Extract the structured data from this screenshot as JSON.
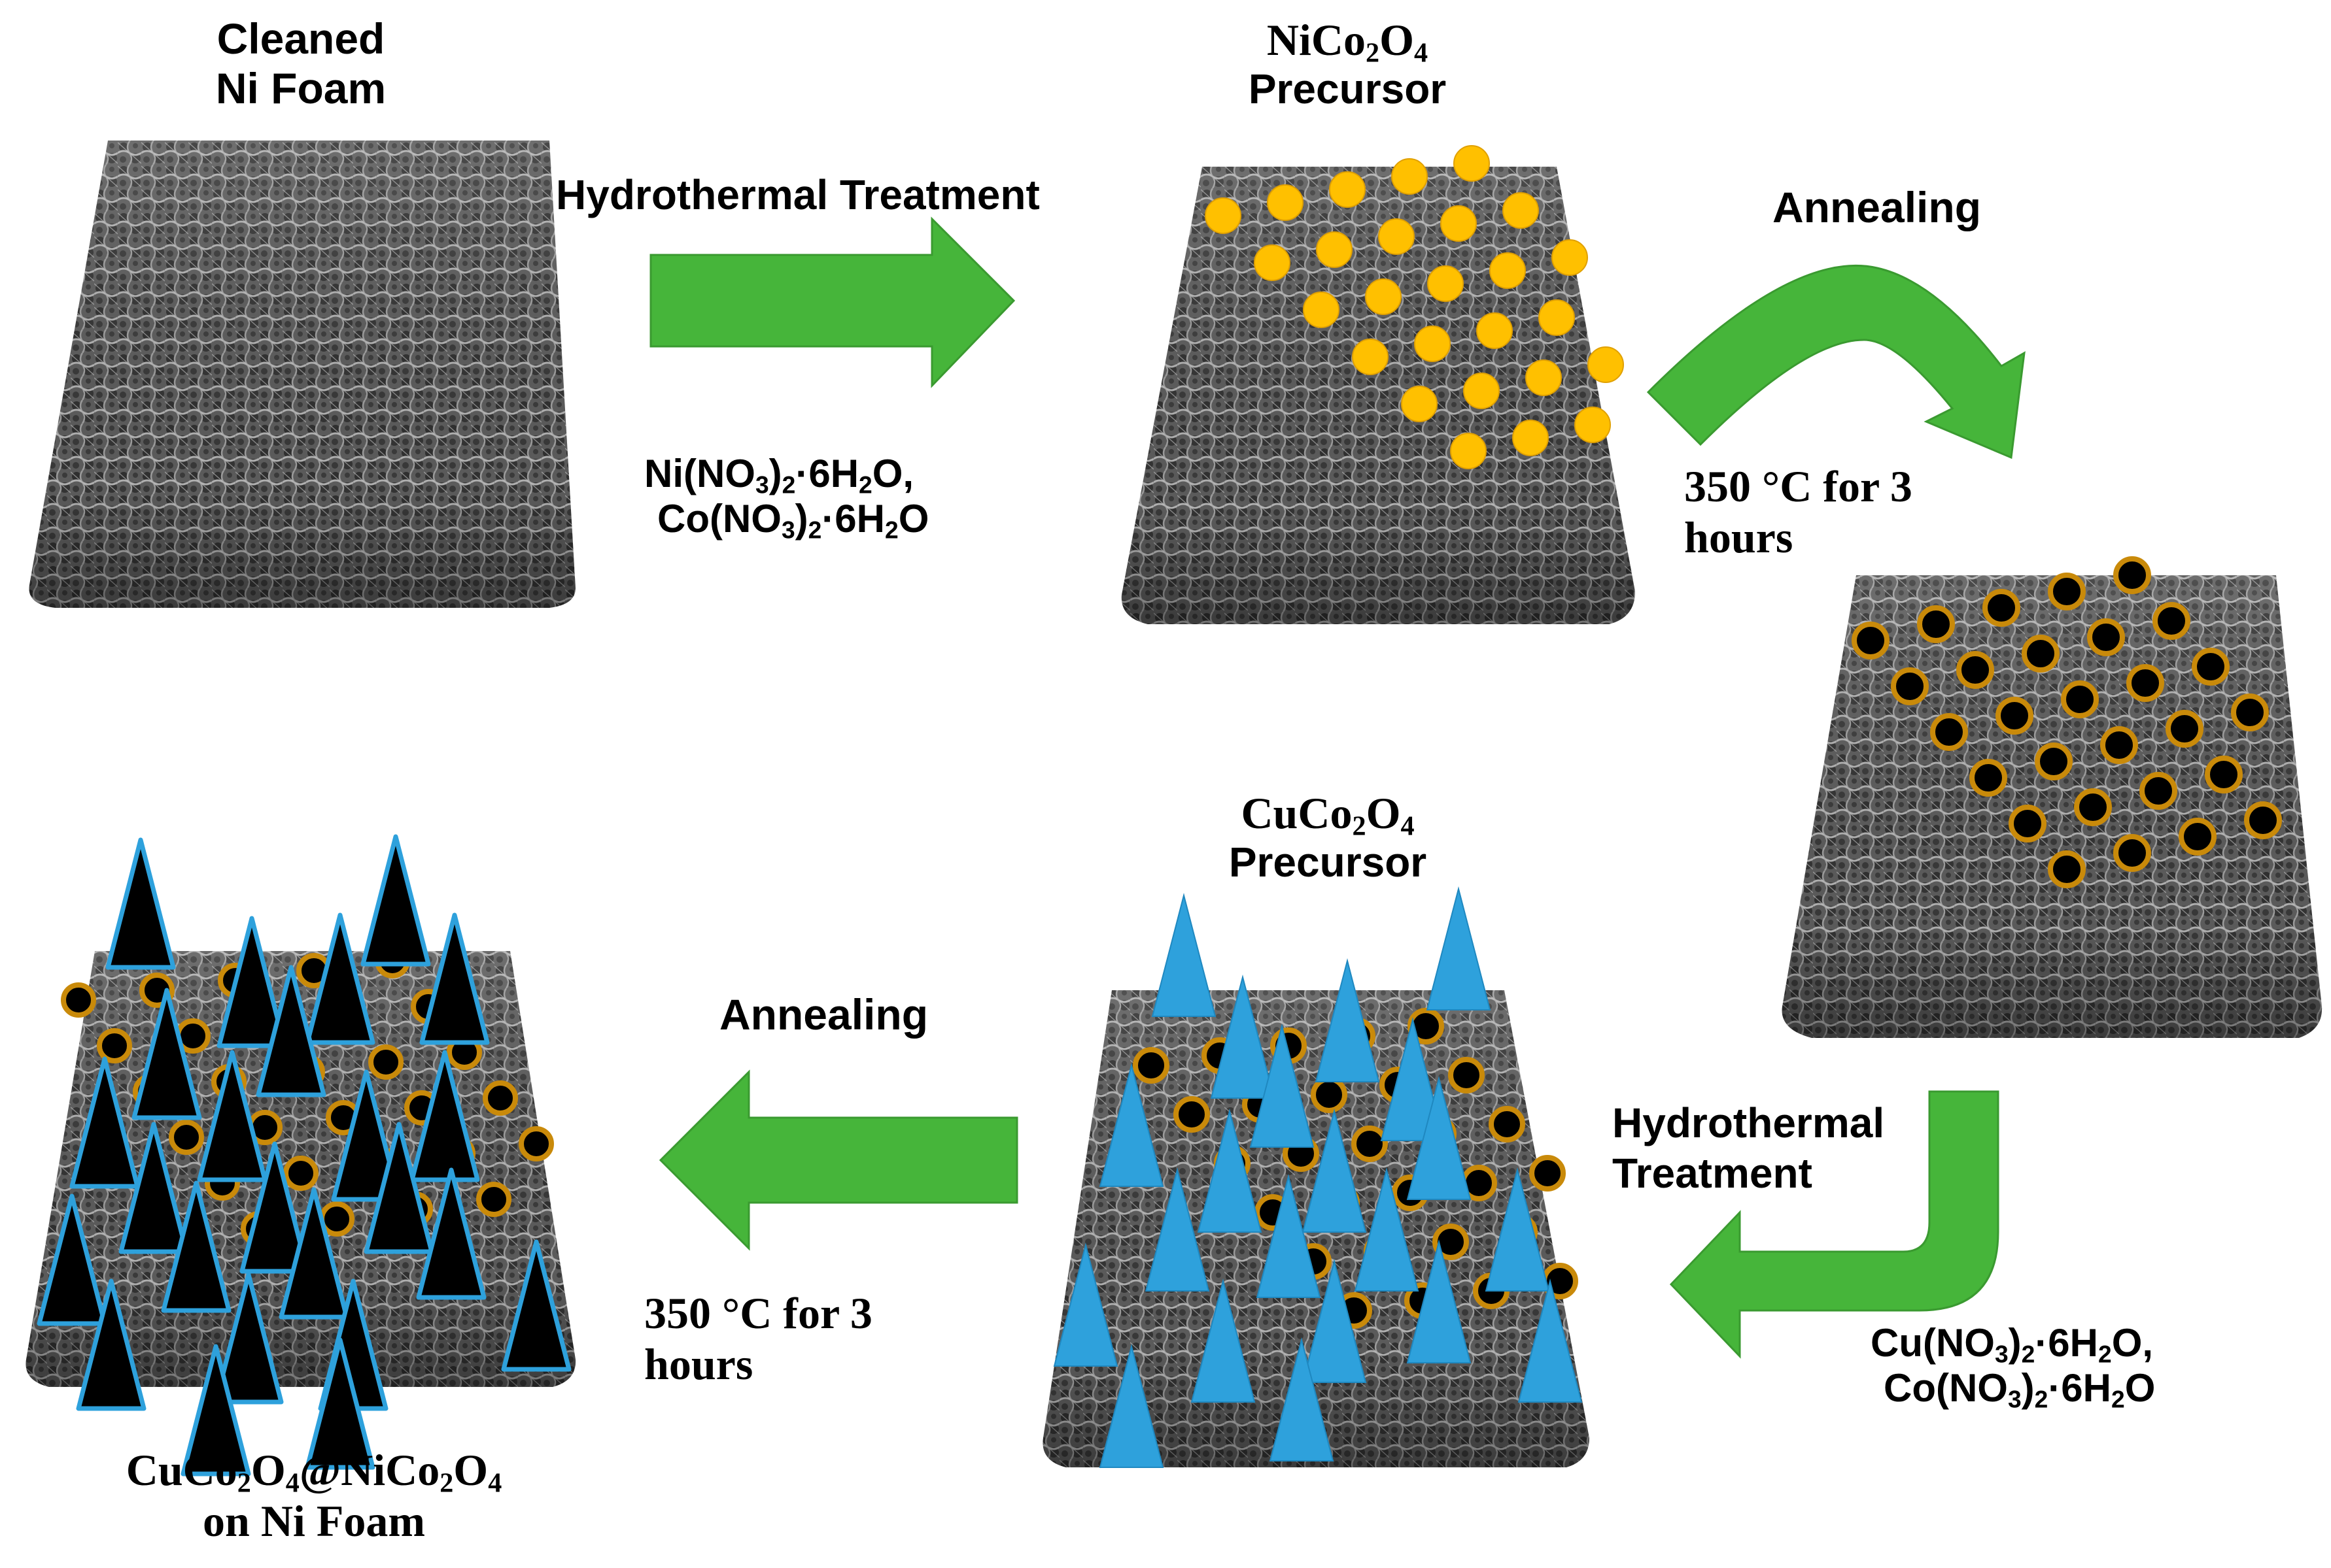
{
  "labels": {
    "cleaned_line1": "Cleaned",
    "cleaned_line2": "Ni Foam",
    "hydro1": "Hydrothermal Treatment",
    "reagent1_a_pre": "Ni(NO",
    "reagent1_a_sub1": "3",
    "reagent1_a_mid": ")",
    "reagent1_a_sub2": "2",
    "reagent1_a_mid2": "·6H",
    "reagent1_a_sub3": "2",
    "reagent1_a_post": "O,",
    "reagent1_b_pre": "Co(NO",
    "reagent1_b_sub1": "3",
    "reagent1_b_mid": ")",
    "reagent1_b_sub2": "2",
    "reagent1_b_mid2": "·6H",
    "reagent1_b_sub3": "2",
    "reagent1_b_post": "O",
    "nico_a": "NiCo",
    "nico_sub1": "2",
    "nico_b": "O",
    "nico_sub2": "4",
    "nico_precursor": "Precursor",
    "annealing1": "Annealing",
    "temp1_line1": "350 °C for 3",
    "temp1_line2": "hours",
    "hydro2_line1": "Hydrothermal",
    "hydro2_line2": "Treatment",
    "reagent2_a_pre": "Cu(NO",
    "reagent2_a_sub1": "3",
    "reagent2_a_mid": ")",
    "reagent2_a_sub2": "2",
    "reagent2_a_mid2": "·6H",
    "reagent2_a_sub3": "2",
    "reagent2_a_post": "O,",
    "reagent2_b_pre": "Co(NO",
    "reagent2_b_sub1": "3",
    "reagent2_b_mid": ")",
    "reagent2_b_sub2": "2",
    "reagent2_b_mid2": "·6H",
    "reagent2_b_sub3": "2",
    "reagent2_b_post": "O",
    "cuco_a": "CuCo",
    "cuco_sub1": "2",
    "cuco_b": "O",
    "cuco_sub2": "4",
    "cuco_precursor": "Precursor",
    "annealing2": "Annealing",
    "temp2_line1": "350 °C for 3",
    "temp2_line2": "hours",
    "final_a": "CuCo",
    "final_sub1": "2",
    "final_b": "O",
    "final_sub2": "4",
    "final_c": "@NiCo",
    "final_sub3": "2",
    "final_d": "O",
    "final_sub4": "4",
    "final_line2": "on Ni Foam"
  },
  "colors": {
    "arrow": "#46b53a",
    "arrow_stroke": "#3a9a30",
    "foam_dark": "#4a4a4a",
    "foam_light": "#a9a9a9",
    "precursor_particle": "#ffc000",
    "particle_ring": "#c98a0a",
    "particle_core": "#000000",
    "cuco_cone": "#2ea1dc",
    "final_cone_fill": "#000000",
    "final_cone_stroke": "#2ea1dc"
  },
  "icons": {
    "foam": "nickel-foam-block",
    "arrow": "green-process-arrow",
    "particle": "nanoparticle-dot",
    "cone": "nanocone-triangle"
  }
}
